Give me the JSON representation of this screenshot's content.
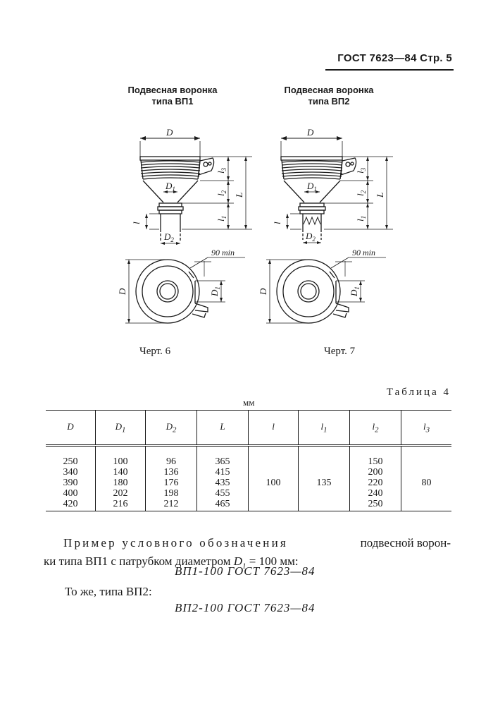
{
  "header": {
    "text": "ГОСТ 7623—84 Стр. 5"
  },
  "figures": [
    {
      "title_line1": "Подвесная воронка",
      "title_line2": "типа ВП1",
      "caption": "Черт. 6"
    },
    {
      "title_line1": "Подвесная воронка",
      "title_line2": "типа ВП2",
      "caption": "Черт. 7"
    }
  ],
  "drawing_labels": {
    "D": "D",
    "D1": "D",
    "D1_sub": "1",
    "D2": "D",
    "D2_sub": "2",
    "L": "L",
    "l": "l",
    "l1": "l",
    "l1_sub": "1",
    "l2": "l",
    "l2_sub": "2",
    "l3": "l",
    "l3_sub": "3",
    "min90": "90 min"
  },
  "table": {
    "label": "Таблица 4",
    "units": "мм",
    "columns": [
      {
        "main": "D",
        "sub": ""
      },
      {
        "main": "D",
        "sub": "1"
      },
      {
        "main": "D",
        "sub": "2"
      },
      {
        "main": "L",
        "sub": ""
      },
      {
        "main": "l",
        "sub": ""
      },
      {
        "main": "l",
        "sub": "1"
      },
      {
        "main": "l",
        "sub": "2"
      },
      {
        "main": "l",
        "sub": "3"
      }
    ],
    "D": [
      "250",
      "340",
      "390",
      "400",
      "420"
    ],
    "D1": [
      "100",
      "140",
      "180",
      "202",
      "216"
    ],
    "D2": [
      "96",
      "136",
      "176",
      "198",
      "212"
    ],
    "L": [
      "365",
      "415",
      "435",
      "455",
      "465"
    ],
    "l": "100",
    "l1": "135",
    "l2": [
      "150",
      "200",
      "220",
      "240",
      "250"
    ],
    "l3": "80"
  },
  "example": {
    "lead": "Пример условного обозначения",
    "line1_rest": "подвесной ворон-",
    "line2_a": "ки типа ВП1 с патрубком диаметром",
    "sym": "D",
    "sym_sub": "1",
    "line2_b": "= 100 мм:",
    "designation1": "ВП1-100 ГОСТ 7623—84",
    "same": "То же, типа ВП2:",
    "designation2": "ВП2-100 ГОСТ 7623—84"
  }
}
